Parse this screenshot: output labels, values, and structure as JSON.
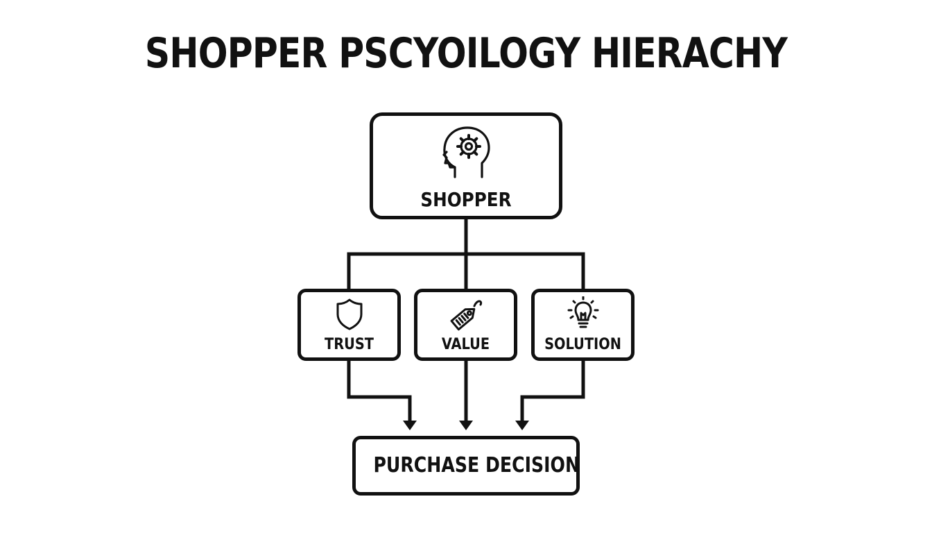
{
  "title": "SHOPPER PSCYOILOGY HIERACHY",
  "diagram": {
    "root": {
      "label": "SHOPPER",
      "icon": "head-gear-icon"
    },
    "factors": [
      {
        "label": "TRUST",
        "icon": "shield-icon"
      },
      {
        "label": "VALUE",
        "icon": "price-tag-icon"
      },
      {
        "label": "SOLUTION",
        "icon": "lightbulb-icon"
      }
    ],
    "outcome": {
      "label": "PURCHASE DECISION"
    }
  },
  "colors": {
    "stroke": "#111111",
    "background": "#ffffff"
  }
}
